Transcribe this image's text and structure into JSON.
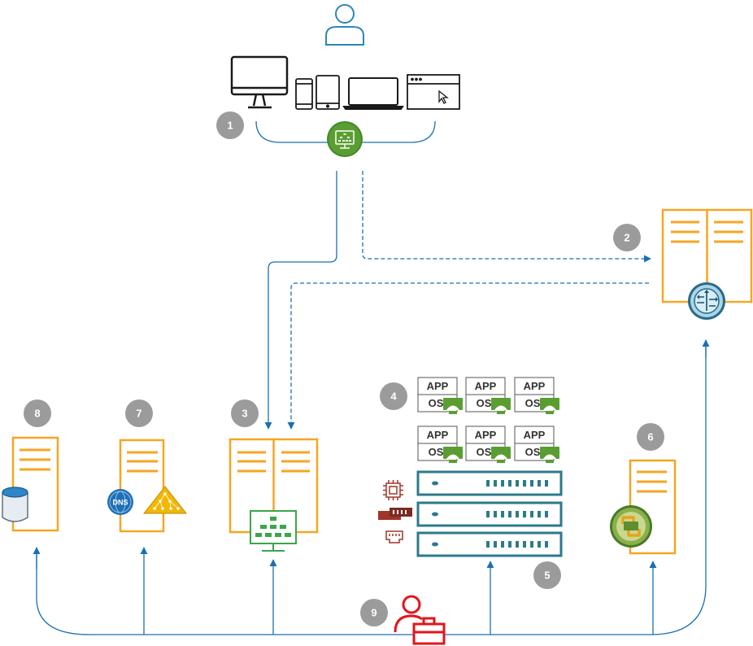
{
  "steps": {
    "step_1": "1",
    "step_2": "2",
    "step_3": "3",
    "step_4": "4",
    "step_5": "5",
    "step_6": "6",
    "step_7": "7",
    "step_8": "8",
    "step_9": "9"
  },
  "vm_labels": {
    "app": "APP",
    "os": "OS"
  },
  "dns_label": "DNS",
  "icons": {
    "user": "user-icon",
    "desktop": "desktop-monitor-icon",
    "phone": "smartphone-icon",
    "tablet": "tablet-icon",
    "laptop": "laptop-icon",
    "browser": "browser-window-icon",
    "client": "horizon-client-icon",
    "uag": "unified-access-gateway-icon",
    "connection_server": "connection-server-icon",
    "vcenter": "vcenter-icon",
    "dns": "dns-icon",
    "active_directory": "active-directory-icon",
    "database": "database-icon",
    "admin": "admin-toolbox-icon",
    "cpu": "cpu-icon",
    "memory": "memory-icon",
    "network": "network-port-icon"
  },
  "colors": {
    "server_orange": "#f5a623",
    "line_blue": "#1a6fb5",
    "badge_gray": "#9b9b9b",
    "horizon_green": "#5a9e32",
    "host_teal": "#2d7a8c",
    "hw_red": "#a0352a",
    "admin_red": "#e3141b"
  }
}
